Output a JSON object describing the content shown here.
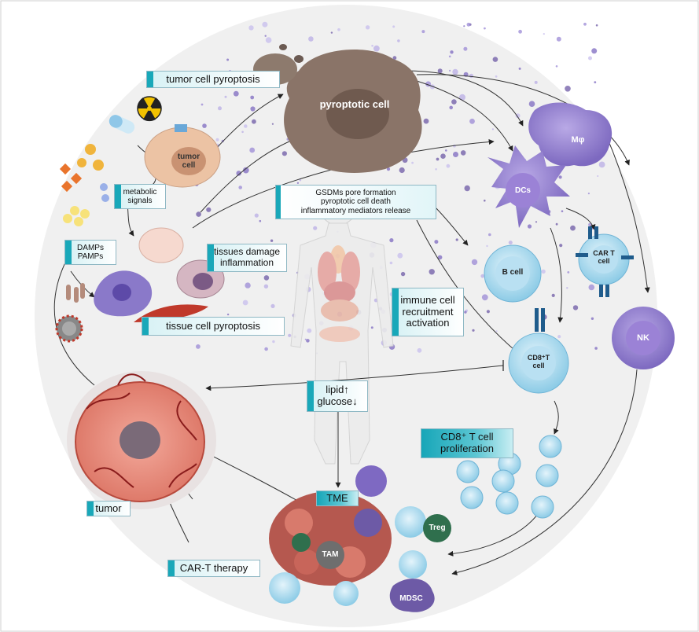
{
  "labels": {
    "tumor_cell_pyroptosis": "tumor cell pyroptosis",
    "pyroptotic_cell": "pyroptotic cell",
    "gsdms_line1": "GSDMs pore formation",
    "gsdms_line2": "pyroptotic cell death",
    "gsdms_line3": "inflammatory mediators release",
    "metabolic_line1": "metabolic",
    "metabolic_line2": "signals",
    "damps_line1": "DAMPs",
    "damps_line2": "PAMPs",
    "tissues_line1": "tissues damage",
    "tissues_line2": "inflammation",
    "tissue_cell_pyroptosis": "tissue cell pyroptosis",
    "immune_line1": "immune cell",
    "immune_line2": "recruitment",
    "immune_line3": "activation",
    "lipid": "lipid↑",
    "glucose": "glucose↓",
    "cd8_prolif_line1": "CD8⁺ T cell",
    "cd8_prolif_line2": "proliferation",
    "tme": "TME",
    "tumor": "tumor",
    "car_t_therapy": "CAR-T therapy"
  },
  "cells": {
    "tumor_cell_line1": "tumor",
    "tumor_cell_line2": "cell",
    "macrophage": "Mφ",
    "dcs": "DCs",
    "b_cell": "B  cell",
    "car_t_line1": "CAR T",
    "car_t_line2": "cell",
    "nk": "NK",
    "cd8_line1": "CD8⁺T",
    "cd8_line2": "cell",
    "treg": "Treg",
    "tam": "TAM",
    "mdsc": "MDSC"
  },
  "icons": [
    "radiation-icon",
    "pill-icon",
    "virus-icon",
    "bacteria-icon",
    "human-body-icon"
  ],
  "colors": {
    "label_accent": "#19a8b9",
    "tumor_red": "#c9463d",
    "immune_blue": "#9fd3ea",
    "macrophage_purple": "#8b7cc8",
    "pyroptotic_brown": "#8a7468"
  }
}
